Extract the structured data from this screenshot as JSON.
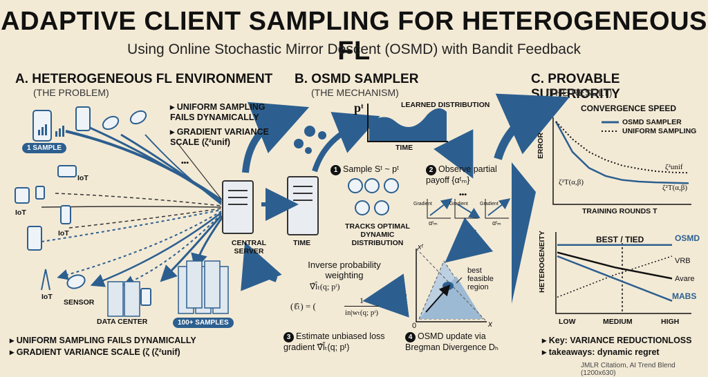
{
  "title": "ADAPTIVE CLIENT SAMPLING FOR HETEROGENEOUS FL",
  "subtitle": "Using Online Stochastic Mirror Descent (OSMD) with Bandit Feedback",
  "section_a": {
    "heading": "A. HETEROGENEOUS FL ENVIRONMENT",
    "subheading": "(THE PROBLEM)",
    "bullets_top": [
      "UNIFORM SAMPLING FAILS DYNAMICALLY",
      "GRADIENT VARIANCE SCALE (ζ²unif)"
    ],
    "one_sample": "1 SAMPLE",
    "hundred_samples": "100+ SAMPLES",
    "labels": {
      "iot1": "IoT",
      "iot2": "IoT",
      "iot3": "IoT",
      "iot4": "IoT",
      "sensor": "SENSOR",
      "data_center": "DATA CENTER",
      "central_server": "CENTRAL SERVER",
      "dots": "•••"
    },
    "bullets_bottom": [
      "UNIFORM SAMPLING FAILS DYNAMICALLY",
      "GRADIENT VARIANCE SCALE (ζ (ζ²unif)"
    ]
  },
  "section_b": {
    "heading": "B. OSMD SAMPLER",
    "subheading": "(THE MECHANISM)",
    "pt": "pᵗ",
    "learned_distribution": "LEARNED DISTRIBUTION",
    "time_axis": "TIME",
    "time_server": "TIME",
    "step1": "Sample Sᵗ ~ pᵗ",
    "step2": "Observe partial payoff {αᵗₘ}",
    "tracks": "TRACKS OPTIMAL DYNAMIC DISTRIBUTION",
    "gradient": "Gradient",
    "alpha": "αᵗₘ",
    "step3_heading": "Inverse probability weighting",
    "step3_formula": "∇̂l̂ₜ(q; pᵗ)",
    "fraction_left": "(ℓ̂ₜ) = (",
    "fraction_num": "1",
    "fraction_den": "in|wₜ(q; pᵗ)",
    "step3": "Estimate unbiased loss gradient ∇̂l̂ₜ(q; pᵗ)",
    "step4": "OSMD update via Bregman Divergence Dₕ",
    "best_region": "best feasible region",
    "x_axis": "x",
    "x_origin": "0",
    "x_top": "xᵗ",
    "dots": "•••"
  },
  "section_c": {
    "heading": "C. PROVABLE SUPERIORITY",
    "subheading": "(THE RESULT)",
    "convergence_chart": {
      "type": "line",
      "title": "CONVERGENCE SPEED",
      "xlabel": "TRAINING ROUNDS T",
      "ylabel": "ERROR",
      "series": [
        {
          "name": "OSMD SAMPLER",
          "values": [
            1.0,
            0.62,
            0.42,
            0.32,
            0.27,
            0.25,
            0.24,
            0.235,
            0.23
          ]
        },
        {
          "name": "UNIFORM SAMPLING",
          "values": [
            1.0,
            0.78,
            0.62,
            0.52,
            0.45,
            0.41,
            0.38,
            0.365,
            0.36
          ]
        }
      ],
      "annotations": [
        "ζ²unif",
        "ζ²T(α,β)",
        "ζ²T(α,β)"
      ],
      "colors": {
        "osmd": "#2c5f8f",
        "uniform": "#111111"
      }
    },
    "heterogeneity_chart": {
      "type": "line",
      "title": "BEST / TIED",
      "ylabel": "HETEROGENEITY",
      "categories": [
        "LOW",
        "MEDIUM",
        "HIGH"
      ],
      "series": [
        {
          "name": "OSMD",
          "values": [
            0.9,
            0.9,
            0.9
          ]
        },
        {
          "name": "VRB",
          "values": [
            0.2,
            0.5,
            0.75
          ]
        },
        {
          "name": "Avare",
          "values": [
            0.8,
            0.6,
            0.45
          ]
        },
        {
          "name": "MABS",
          "values": [
            0.75,
            0.45,
            0.15
          ]
        }
      ]
    },
    "key_bullets": [
      "Key: VARIANCE REDUCTIONLOSS",
      "takeaways: dynamic regret"
    ]
  },
  "footer": "JMLR Citatiom, AI Trend Blend (1200x630)"
}
